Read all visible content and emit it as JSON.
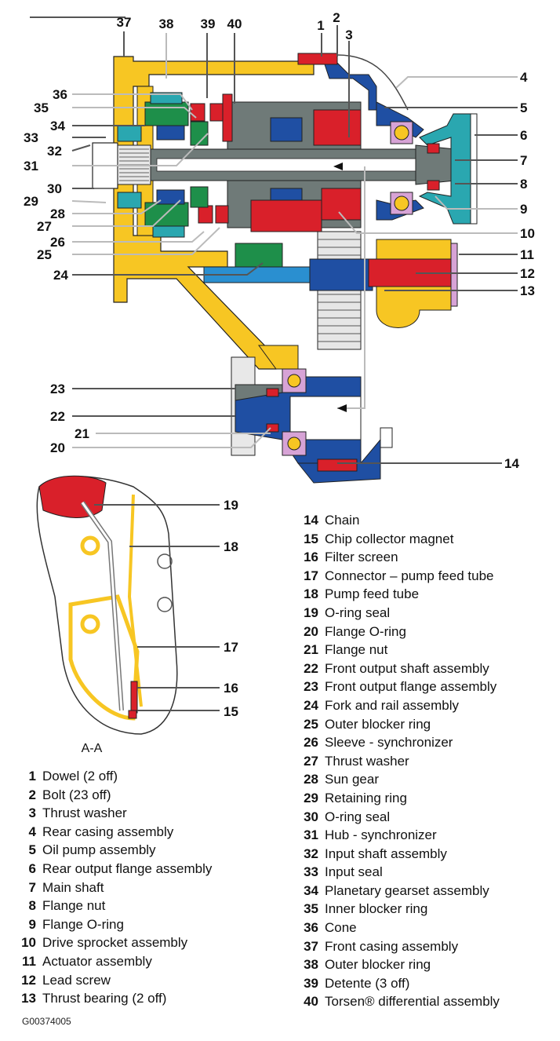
{
  "figure": {
    "id": "G00374005",
    "section_label": "A-A",
    "colors": {
      "casing_yellow": "#f7c623",
      "shaft_gray": "#6f7a78",
      "red": "#d9202a",
      "blue": "#1f4fa3",
      "light_blue": "#2a8fd0",
      "green": "#1e8f4a",
      "teal": "#2aa7b0",
      "bearing_pink": "#d7a3d6",
      "outline": "#222222"
    }
  },
  "callouts": [
    "1",
    "2",
    "3",
    "4",
    "5",
    "6",
    "7",
    "8",
    "9",
    "10",
    "11",
    "12",
    "13",
    "14",
    "15",
    "16",
    "17",
    "18",
    "19",
    "20",
    "21",
    "22",
    "23",
    "24",
    "25",
    "26",
    "27",
    "28",
    "29",
    "30",
    "31",
    "32",
    "33",
    "34",
    "35",
    "36",
    "37",
    "38",
    "39",
    "40"
  ],
  "legend_left": [
    {
      "num": "1",
      "label": "Dowel (2 off)"
    },
    {
      "num": "2",
      "label": "Bolt (23 off)"
    },
    {
      "num": "3",
      "label": "Thrust washer"
    },
    {
      "num": "4",
      "label": "Rear casing assembly"
    },
    {
      "num": "5",
      "label": "Oil pump assembly"
    },
    {
      "num": "6",
      "label": "Rear output flange assembly"
    },
    {
      "num": "7",
      "label": "Main shaft"
    },
    {
      "num": "8",
      "label": "Flange nut"
    },
    {
      "num": "9",
      "label": "Flange O-ring"
    },
    {
      "num": "10",
      "label": "Drive sprocket assembly"
    },
    {
      "num": "11",
      "label": "Actuator assembly"
    },
    {
      "num": "12",
      "label": "Lead screw"
    },
    {
      "num": "13",
      "label": "Thrust bearing (2 off)"
    }
  ],
  "legend_right": [
    {
      "num": "14",
      "label": "Chain"
    },
    {
      "num": "15",
      "label": "Chip collector magnet"
    },
    {
      "num": "16",
      "label": "Filter screen"
    },
    {
      "num": "17",
      "label": "Connector – pump feed tube"
    },
    {
      "num": "18",
      "label": "Pump feed tube"
    },
    {
      "num": "19",
      "label": "O-ring seal"
    },
    {
      "num": "20",
      "label": "Flange O-ring"
    },
    {
      "num": "21",
      "label": "Flange nut"
    },
    {
      "num": "22",
      "label": "Front output shaft assembly"
    },
    {
      "num": "23",
      "label": "Front output flange assembly"
    },
    {
      "num": "24",
      "label": "Fork and rail assembly"
    },
    {
      "num": "25",
      "label": "Outer blocker ring"
    },
    {
      "num": "26",
      "label": "Sleeve - synchronizer"
    },
    {
      "num": "27",
      "label": "Thrust washer"
    },
    {
      "num": "28",
      "label": "Sun gear"
    },
    {
      "num": "29",
      "label": "Retaining ring"
    },
    {
      "num": "30",
      "label": "O-ring seal"
    },
    {
      "num": "31",
      "label": "Hub - synchronizer"
    },
    {
      "num": "32",
      "label": "Input shaft assembly"
    },
    {
      "num": "33",
      "label": "Input seal"
    },
    {
      "num": "34",
      "label": "Planetary gearset assembly"
    },
    {
      "num": "35",
      "label": "Inner blocker ring"
    },
    {
      "num": "36",
      "label": "Cone"
    },
    {
      "num": "37",
      "label": "Front casing assembly"
    },
    {
      "num": "38",
      "label": "Outer blocker ring"
    },
    {
      "num": "39",
      "label": "Detente (3 off)"
    },
    {
      "num": "40",
      "label": "Torsen® differential assembly"
    }
  ]
}
